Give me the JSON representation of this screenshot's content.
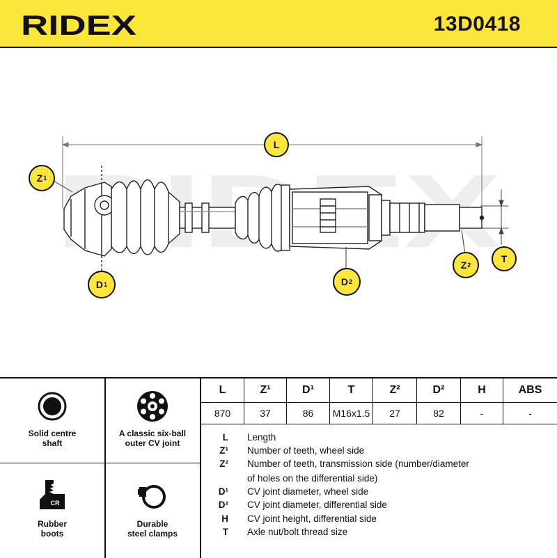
{
  "header": {
    "brand": "RIDEX",
    "part_number": "13D0418",
    "accent_color": "#fde63a"
  },
  "drawing": {
    "watermark": "RIDEX",
    "labels": {
      "L": "L",
      "Z1": "Z",
      "Z1_sup": "1",
      "D1": "D",
      "D1_sup": "1",
      "D2": "D",
      "D2_sup": "2",
      "Z2": "Z",
      "Z2_sup": "2",
      "T": "T"
    }
  },
  "features": [
    {
      "icon": "solid-shaft-icon",
      "label": "Solid centre\nshaft"
    },
    {
      "icon": "six-ball-joint-icon",
      "label": "A classic six-ball\nouter CV joint"
    },
    {
      "icon": "rubber-boot-icon",
      "icon_text": "CR",
      "label": "Rubber\nboots"
    },
    {
      "icon": "steel-clamp-icon",
      "label": "Durable\nsteel clamps"
    }
  ],
  "specs": {
    "headers": [
      "L",
      "Z¹",
      "D¹",
      "T",
      "Z²",
      "D²",
      "H",
      "ABS"
    ],
    "values": [
      "870",
      "37",
      "86",
      "M16x1.5",
      "27",
      "82",
      "-",
      "-"
    ]
  },
  "legend": [
    {
      "key": "L",
      "text": "Length"
    },
    {
      "key": "Z¹",
      "text": "Number of teeth, wheel side"
    },
    {
      "key": "Z²",
      "text": "Number of teeth, transmission side (number/diameter"
    },
    {
      "key": "",
      "text": "of holes on the differential side)"
    },
    {
      "key": "D¹",
      "text": "CV joint diameter, wheel side"
    },
    {
      "key": "D²",
      "text": "CV joint diameter, differential side"
    },
    {
      "key": "H",
      "text": "CV joint height, differential side"
    },
    {
      "key": "T",
      "text": "Axle nut/bolt thread size"
    }
  ]
}
